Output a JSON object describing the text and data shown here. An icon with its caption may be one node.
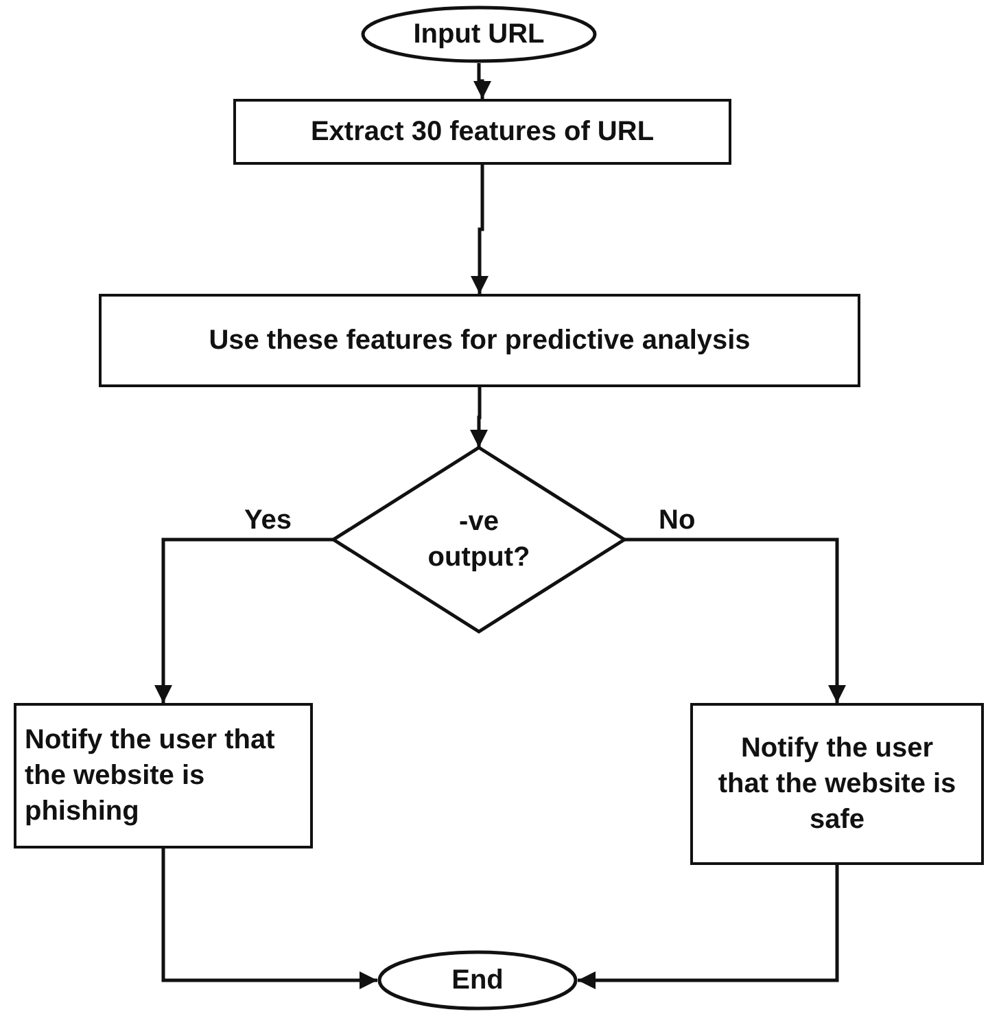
{
  "diagram": {
    "nodes": [
      {
        "text": [
          "Input URL"
        ]
      },
      {
        "text": [
          "Extract 30 features of URL"
        ]
      },
      {
        "text": [
          "Use these features for predictive analysis"
        ]
      },
      {
        "text": [
          "-ve output?"
        ]
      },
      {
        "text": [
          "Notify the user that the website is phishing"
        ]
      },
      {
        "text": [
          "Notify the user that the website is safe"
        ]
      },
      {
        "text": [
          "End"
        ]
      }
    ],
    "edges": [
      {
        "from": 0,
        "to": 1,
        "arrow": "to"
      },
      {
        "from": 1,
        "to": 2,
        "arrow": "to"
      },
      {
        "from": 2,
        "to": 3,
        "arrow": "to"
      },
      {
        "from": 3,
        "to": 4,
        "arrow": "to",
        "label": "Yes"
      },
      {
        "from": 3,
        "to": 5,
        "arrow": "to",
        "label": "No"
      },
      {
        "from": 4,
        "to": 6,
        "arrow": "to"
      },
      {
        "from": 5,
        "to": 6,
        "arrow": "to"
      }
    ]
  }
}
